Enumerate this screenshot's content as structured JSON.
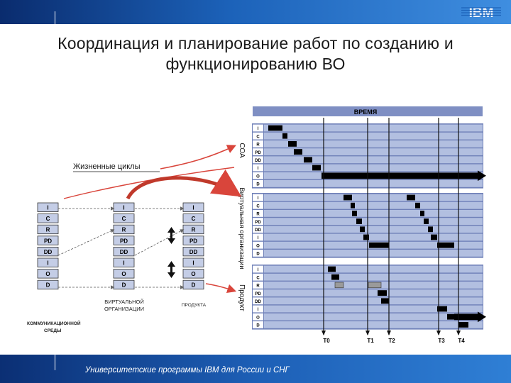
{
  "header": {
    "logo_text": "IBM",
    "title_line1": "Координация и планирование работ по созданию и",
    "title_line2": "функционированию ВО"
  },
  "diagram": {
    "time_label": "ВРЕМЯ",
    "lifecycle_label": "Жизненные циклы",
    "band_labels": {
      "coa": "СОА",
      "vo": "Виртуальная организации",
      "product": "Продукт"
    },
    "phases": [
      "I",
      "C",
      "R",
      "PD",
      "DD",
      "I",
      "O",
      "D"
    ],
    "stack_captions": {
      "left": [
        "КОММУНИКАЦИОННОЙ",
        "СРЕДЫ"
      ],
      "middle": [
        "ВИРТУАЛЬНОЙ",
        "ОРГАНИЗАЦИИ"
      ],
      "right": "ПРОДУКТА"
    },
    "time_markers": [
      "T0",
      "T1",
      "T2",
      "T3",
      "T4"
    ]
  },
  "footer": {
    "text": "Университетские программы IBM для России и СНГ"
  },
  "colors": {
    "header_blue": "#1c62b9",
    "band_fill": "#aab8dd",
    "bar": "#000000",
    "arrow_red": "#d9453b"
  }
}
